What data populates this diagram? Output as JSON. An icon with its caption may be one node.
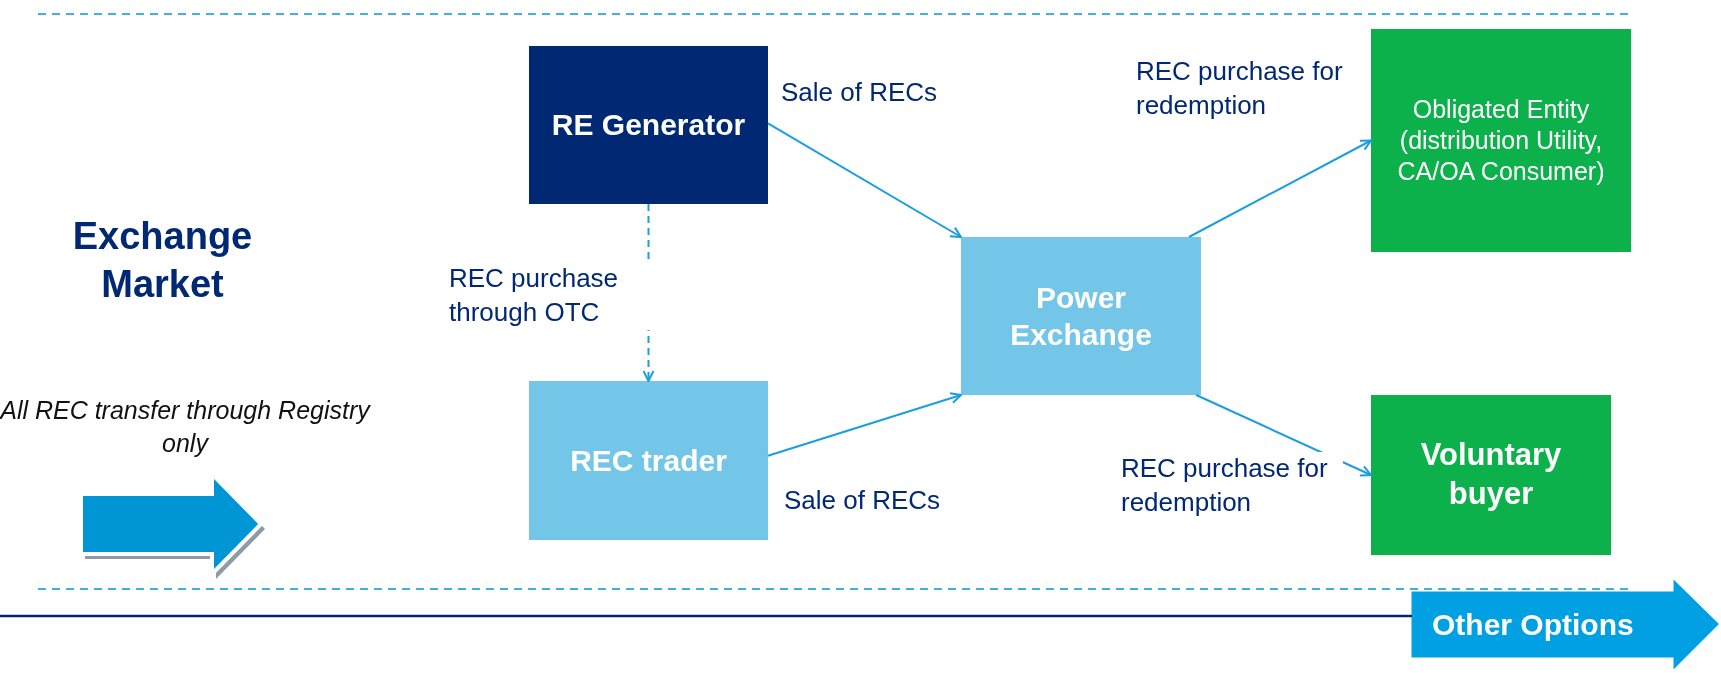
{
  "diagram": {
    "nodes": [
      {
        "text": [
          "RE Generator"
        ]
      },
      {
        "text": [
          "Obligated Entity (distribution Utility, CA/OA Consumer)"
        ]
      },
      {
        "text": [
          "Power Exchange"
        ]
      },
      {
        "text": [
          "REC trader"
        ]
      },
      {
        "text": [
          "Voluntary buyer"
        ]
      },
      {
        "text": [
          "Other Options"
        ]
      }
    ],
    "edges": [
      {
        "from": 0,
        "to": 2,
        "arrow": "to",
        "label": "Sale of RECs"
      },
      {
        "from": 0,
        "to": 3,
        "arrow": "to",
        "label": "REC purchase through OTC",
        "style": "dashed"
      },
      {
        "from": 3,
        "to": 2,
        "arrow": "to",
        "label": "Sale of RECs"
      },
      {
        "from": 2,
        "to": 1,
        "arrow": "to",
        "label": "REC purchase for redemption"
      },
      {
        "from": 2,
        "to": 4,
        "arrow": "to",
        "label": "REC purchase for redemption"
      }
    ],
    "labels": [
      "Exchange Market",
      "All REC transfer through Registry only"
    ]
  }
}
